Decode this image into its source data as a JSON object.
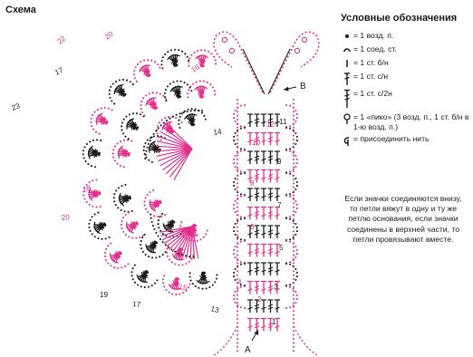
{
  "title": "Схема",
  "legend": {
    "title": "Условные обозначения",
    "items": [
      {
        "icon": "dot-icon",
        "text": "= 1 возд. п."
      },
      {
        "icon": "arc-icon",
        "text": "= 1 соед. ст."
      },
      {
        "icon": "short-stick-icon",
        "text": "= 1 ст. б/н"
      },
      {
        "icon": "dc-icon",
        "text": "= 1 ст. с/н"
      },
      {
        "icon": "tr-icon",
        "text": "= 1 ст. с/2н"
      },
      {
        "icon": "picot-icon",
        "text": "= 1 «пико» (3 возд. п., 1 ст. б/н в 1-ю возд. п.)"
      },
      {
        "icon": "join-icon",
        "text": "= присоединить нить"
      }
    ]
  },
  "note": "Если значки соединяются внизу, то петли вяжут в одну и ту же петлю основания, если значки соединены в верхней части, то петли провязывают вместе.",
  "markers": {
    "a": "A",
    "b": "B"
  },
  "colors": {
    "pink": "#e0308c",
    "black": "#1a1a1a"
  },
  "wing_row_labels": [
    {
      "n": "22",
      "color": "pink"
    },
    {
      "n": "20",
      "color": "pink"
    },
    {
      "n": "16",
      "color": "pink"
    },
    {
      "n": "17",
      "color": "black"
    },
    {
      "n": "23",
      "color": "black"
    },
    {
      "n": "18",
      "color": "pink"
    },
    {
      "n": "14",
      "color": "black"
    },
    {
      "n": "20",
      "color": "pink"
    },
    {
      "n": "19",
      "color": "black"
    },
    {
      "n": "17",
      "color": "black"
    },
    {
      "n": "15",
      "color": "pink"
    },
    {
      "n": "13",
      "color": "black"
    }
  ],
  "body_row_labels": [
    "12",
    "11",
    "10",
    "9",
    "8",
    "7",
    "6",
    "5",
    "4",
    "3",
    "2",
    "1"
  ]
}
